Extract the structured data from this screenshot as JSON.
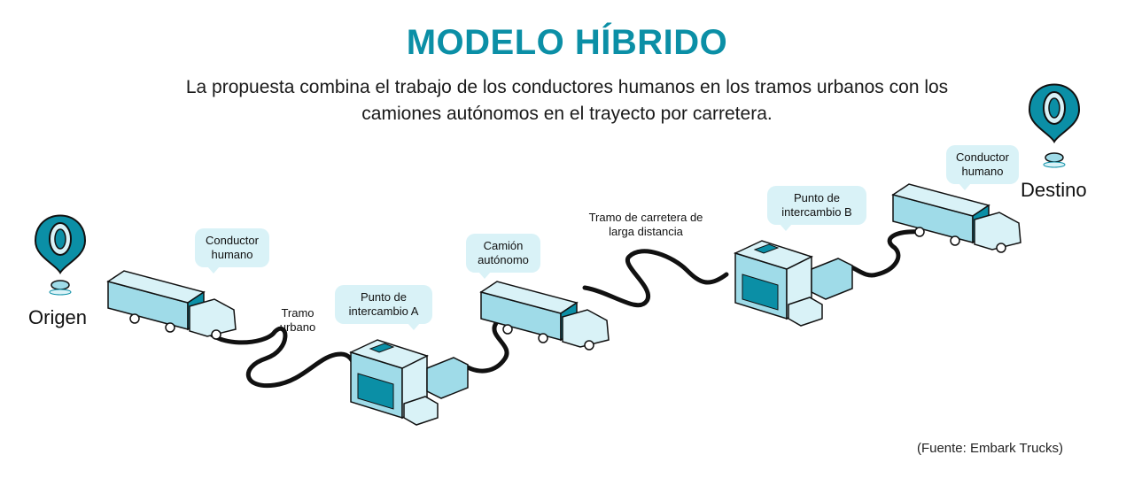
{
  "header": {
    "title": "MODELO HÍBRIDO",
    "subtitle": "La propuesta combina el trabajo de los conductores humanos en los tramos urbanos con los camiones autónomos en el trayecto por carretera."
  },
  "places": {
    "origin": "Origen",
    "destination": "Destino"
  },
  "bubbles": {
    "driver_start": "Conductor humano",
    "exchange_a": "Punto de intercambio A",
    "autonomous": "Camión autónomo",
    "exchange_b": "Punto de intercambio B",
    "driver_end": "Conductor humano"
  },
  "routes": {
    "urban": "Tramo urbano",
    "highway": "Tramo de carretera de larga distancia"
  },
  "source": "(Fuente: Embark Trucks)",
  "colors": {
    "accent": "#0b8fa6",
    "light": "#d9f2f7",
    "mid": "#9fdbe8",
    "road": "#111111"
  },
  "icons": [
    "location-pin-icon",
    "truck-icon",
    "warehouse-icon",
    "container-icon"
  ]
}
